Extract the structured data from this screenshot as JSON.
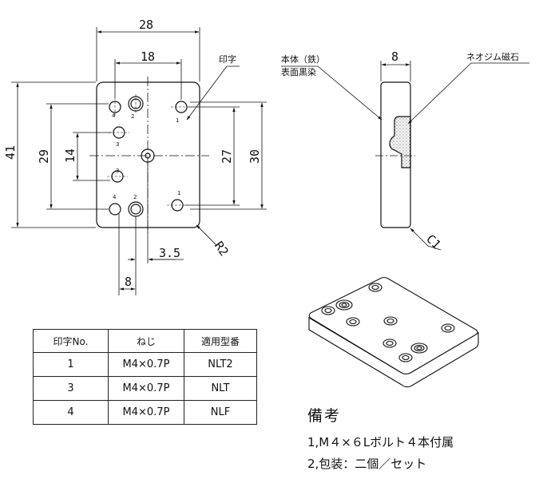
{
  "dimensions": {
    "width_28": "28",
    "hole_pitch_18": "18",
    "height_41": "41",
    "span_29": "29",
    "span_14": "14",
    "span_27": "27",
    "span_30": "30",
    "offset_3_5": "3.5",
    "width_8_bottom": "8",
    "corner_r2": "R2",
    "thickness_8": "8",
    "chamfer_c1": "C1"
  },
  "stamp_marks": [
    "1",
    "2",
    "3",
    "4"
  ],
  "callouts": {
    "body_line1": "本体（鉄）",
    "body_line2": "表面黒染",
    "stamp": "印字",
    "magnet": "ネオジム磁石"
  },
  "table": {
    "headers": [
      "印字No.",
      "ねじ",
      "適用型番"
    ],
    "rows": [
      [
        "1",
        "M4×0.7P",
        "NLT2"
      ],
      [
        "3",
        "M4×0.7P",
        "NLT"
      ],
      [
        "4",
        "M4×0.7P",
        "NLF"
      ]
    ]
  },
  "notes": {
    "title": "備考",
    "line1": "1,M４×６Lボルト４本付属",
    "line2": "2,包装：二個／セット"
  }
}
